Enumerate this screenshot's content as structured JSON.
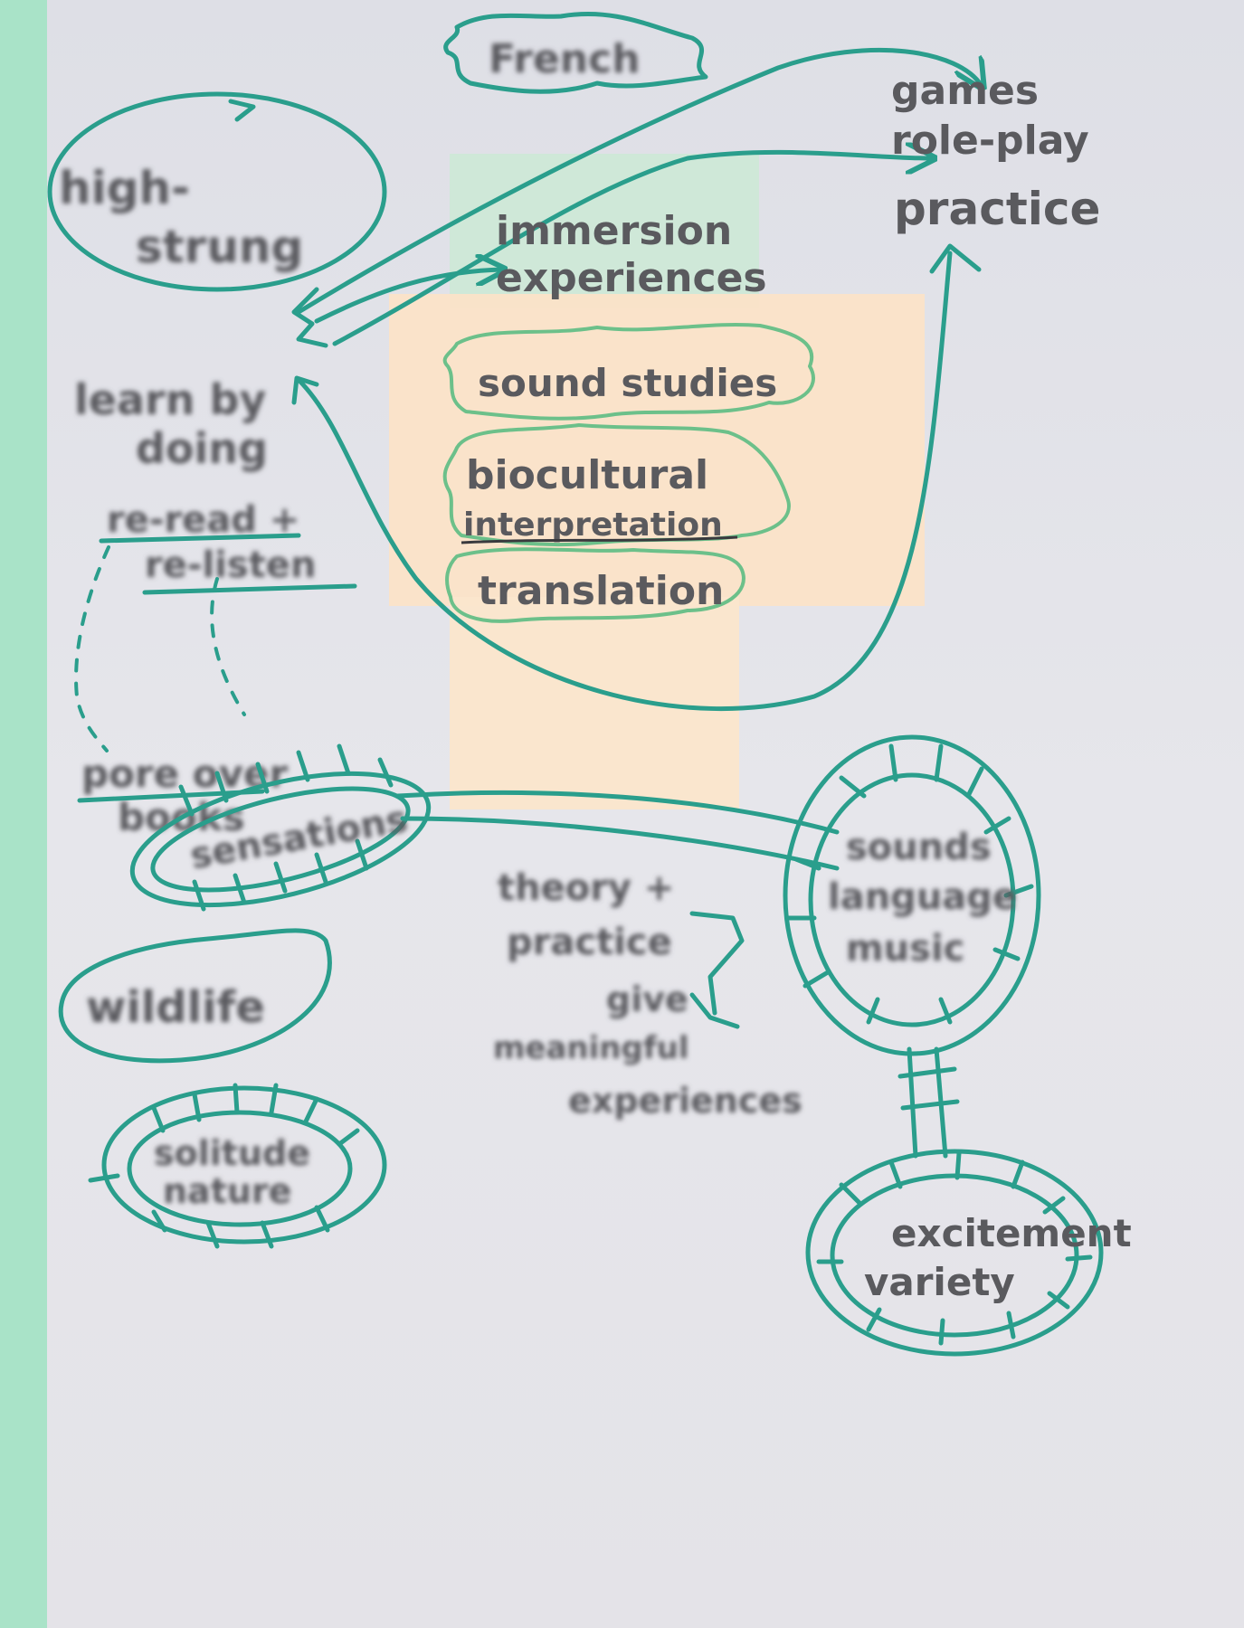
{
  "diagram": {
    "nodes": {
      "french": "French",
      "games": "games",
      "role_play": "role-play",
      "practice": "practice",
      "high_strung": [
        "high-",
        "strung"
      ],
      "immersion": [
        "immersion",
        "experiences"
      ],
      "sound_studies": "sound studies",
      "biocultural": [
        "biocultural",
        "interpretation"
      ],
      "translation": "translation",
      "learn_by_doing": [
        "learn by",
        "doing"
      ],
      "re_read": "re-read +",
      "re_listen": "re-listen",
      "pore_over": [
        "pore over",
        "books"
      ],
      "sensations": "sensations",
      "sounds": [
        "sounds",
        "language",
        "music"
      ],
      "theory": [
        "theory +",
        "practice"
      ],
      "give": [
        "give",
        "meaningful",
        "experiences"
      ],
      "wildlife": "wildlife",
      "solitude": [
        "solitude",
        "nature"
      ],
      "excitement": [
        "excitement",
        "variety"
      ]
    }
  }
}
